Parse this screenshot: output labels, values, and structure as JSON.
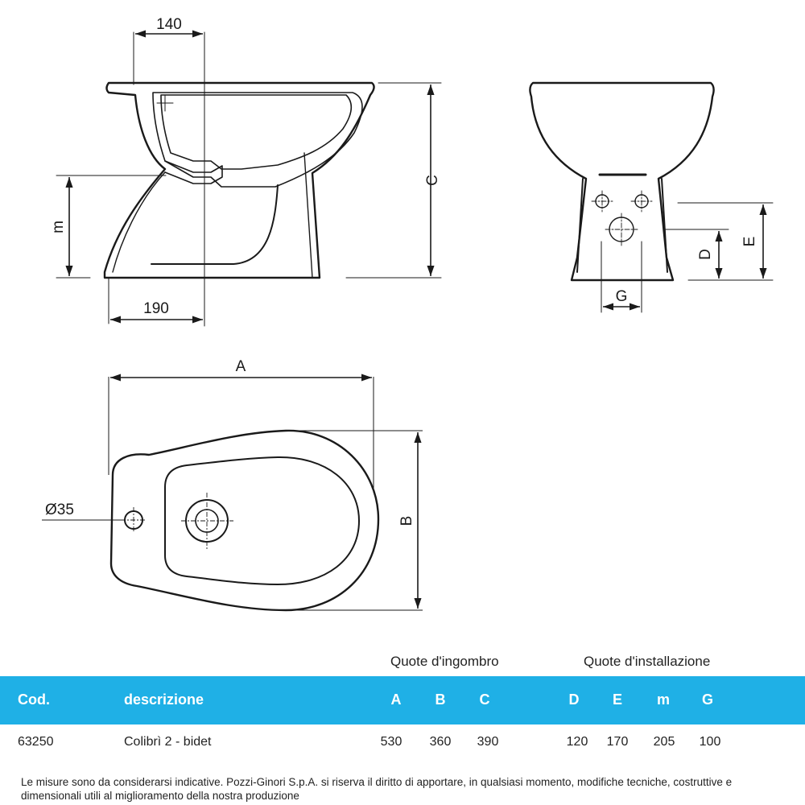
{
  "drawing": {
    "side_view": {
      "dim_top": "140",
      "dim_bottom": "190",
      "dim_height": "C",
      "dim_left": "m"
    },
    "rear_view": {
      "dim_g": "G",
      "dim_d": "D",
      "dim_e": "E"
    },
    "plan_view": {
      "dim_width": "A",
      "dim_depth": "B",
      "dim_hole": "Ø35"
    }
  },
  "table": {
    "group_overall": "Quote d'ingombro",
    "group_install": "Quote d'installazione",
    "headers": {
      "code": "Cod.",
      "desc": "descrizione",
      "a": "A",
      "b": "B",
      "c": "C",
      "d": "D",
      "e": "E",
      "m": "m",
      "g": "G"
    },
    "row": {
      "code": "63250",
      "desc": "Colibrì 2 - bidet",
      "a": "530",
      "b": "360",
      "c": "390",
      "d": "120",
      "e": "170",
      "m": "205",
      "g": "100"
    },
    "band_color": "#1fb0e6"
  },
  "footer": {
    "note": "Le misure sono da considerarsi indicative. Pozzi-Ginori S.p.A. si riserva il diritto di apportare, in qualsiasi momento, modifiche tecniche, costruttive e dimensionali utili al miglioramento della nostra produzione"
  }
}
